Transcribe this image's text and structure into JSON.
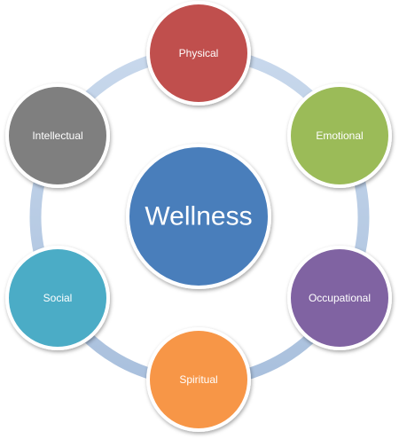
{
  "center": {
    "label": "Wellness",
    "color": "#4a7ebb"
  },
  "nodes": [
    {
      "label": "Physical",
      "color": "#c0504d"
    },
    {
      "label": "Emotional",
      "color": "#9bbb59"
    },
    {
      "label": "Occupational",
      "color": "#8064a2"
    },
    {
      "label": "Spiritual",
      "color": "#f79646"
    },
    {
      "label": "Social",
      "color": "#4bacc6"
    },
    {
      "label": "Intellectual",
      "color": "#7f7f7f"
    }
  ],
  "ring_color": "#b9cde5"
}
